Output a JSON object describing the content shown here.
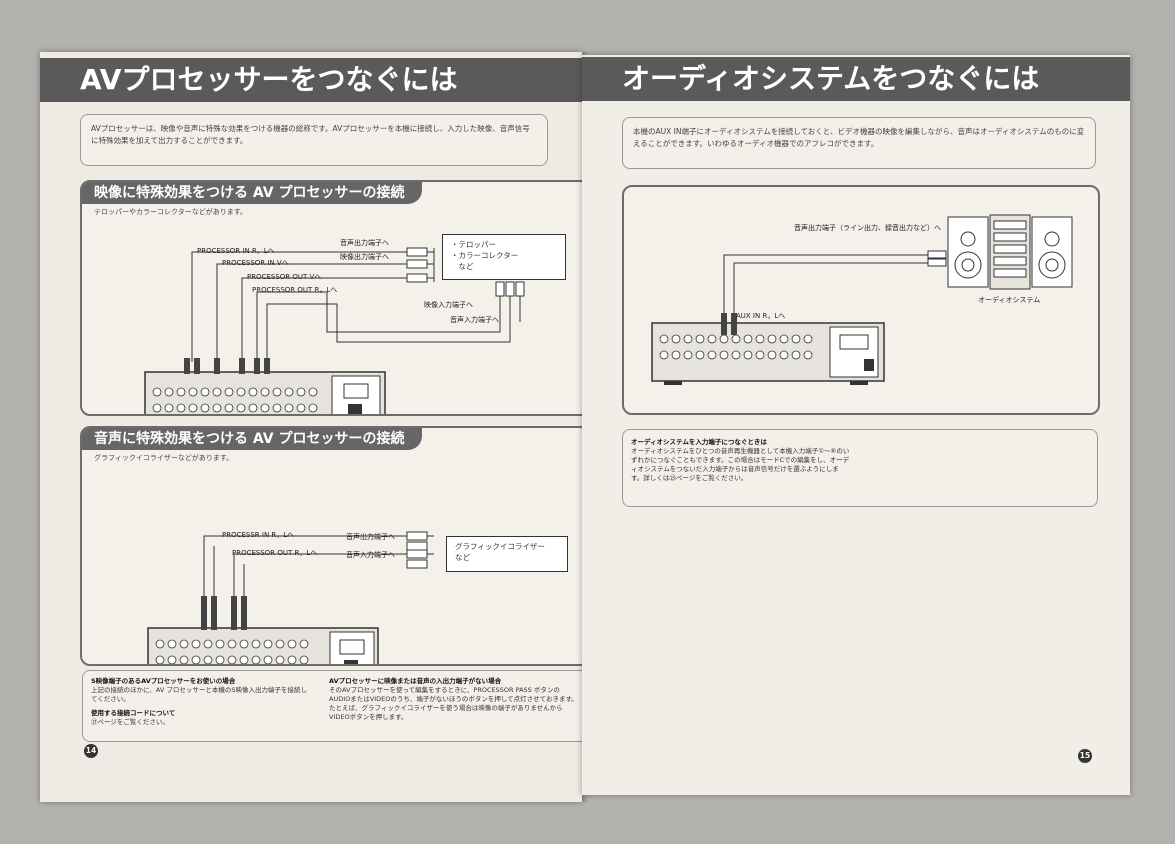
{
  "left_page": {
    "title": "AVプロセッサーをつなぐには",
    "intro": "AVプロセッサーは、映像や音声に特殊な効果をつける機器の総称です。AVプロセッサーを本機に接続し、入力した映像、音声信号に特殊効果を加えて出力することができます。",
    "section1": {
      "title": "映像に特殊効果をつける AV プロセッサーの接続",
      "subtitle": "テロッパーやカラーコレクターなどがあります。",
      "labels": {
        "processor_in_rl": "PROCESSOR IN R，Lへ",
        "processor_in_v": "PROCESSOR IN Vへ",
        "processor_out_v": "PROCESSOR OUT Vへ",
        "processor_out_rl": "PROCESSOR OUT R，Lへ",
        "audio_out": "音声出力端子へ",
        "video_out": "映像出力端子へ",
        "video_in": "映像入力端子へ",
        "audio_in": "音声入力端子へ"
      },
      "device_lines": [
        "・テロッパー",
        "・カラーコレクター",
        "　など"
      ]
    },
    "section2": {
      "title": "音声に特殊効果をつける AV プロセッサーの接続",
      "subtitle": "グラフィックイコライザーなどがあります。",
      "labels": {
        "processor_in_rl": "PROCESSR IN R，Lへ",
        "processor_out_rl": "PROCESSOR OUT R，Lへ",
        "audio_out": "音声出力端子へ",
        "audio_in": "音声入力端子へ"
      },
      "device_lines": [
        "グラフィックイコライザー",
        "など"
      ]
    },
    "notes": {
      "s_video_title": "S映像端子のあるAVプロセッサーをお使いの場合",
      "s_video_body": "上記の接続のほかに、AV プロセッサーと本機のS映像入出力端子を接続してください。",
      "cord_title": "使用する接続コードについて",
      "cord_body": "㉑ページをご覧ください。",
      "no_jack_title": "AVプロセッサーに映像または音声の入出力端子がない場合",
      "no_jack_body": "そのAVプロセッサーを使って編集をするときに、PROCESSOR PASS ボタンのAUDIOまたはVIDEOのうち、端子がないほうのボタンを押して点灯させておきます。たとえば、グラフィックイコライザーを使う場合は映像の端子がありませんからVIDEOボタンを押します。"
    },
    "page_number": "14"
  },
  "right_page": {
    "title": "オーディオシステムをつなぐには",
    "intro": "本機のAUX IN端子にオーディオシステムを接続しておくと、ビデオ機器の映像を編集しながら、音声はオーディオシステムのものに変えることができます。いわゆるオーディオ機器でのアフレコができます。",
    "labels": {
      "audio_out": "音声出力端子（ライン出力、録音出力など）へ",
      "aux_in": "AUX IN R，Lへ",
      "audio_system": "オーディオシステム"
    },
    "note": {
      "title": "オーディオシステムを入力端子につなぐときは",
      "body": "オーディオシステムをひとつの音声再生機器として本機入力端子①～⑥のいずれかにつなぐこともできます。この場合はモードCでの編集をし、オーディオシステムをつないだ入力端子からは音声信号だけを選ぶようにします。詳しくは㉓ページをご覧ください。"
    },
    "page_number": "15"
  }
}
